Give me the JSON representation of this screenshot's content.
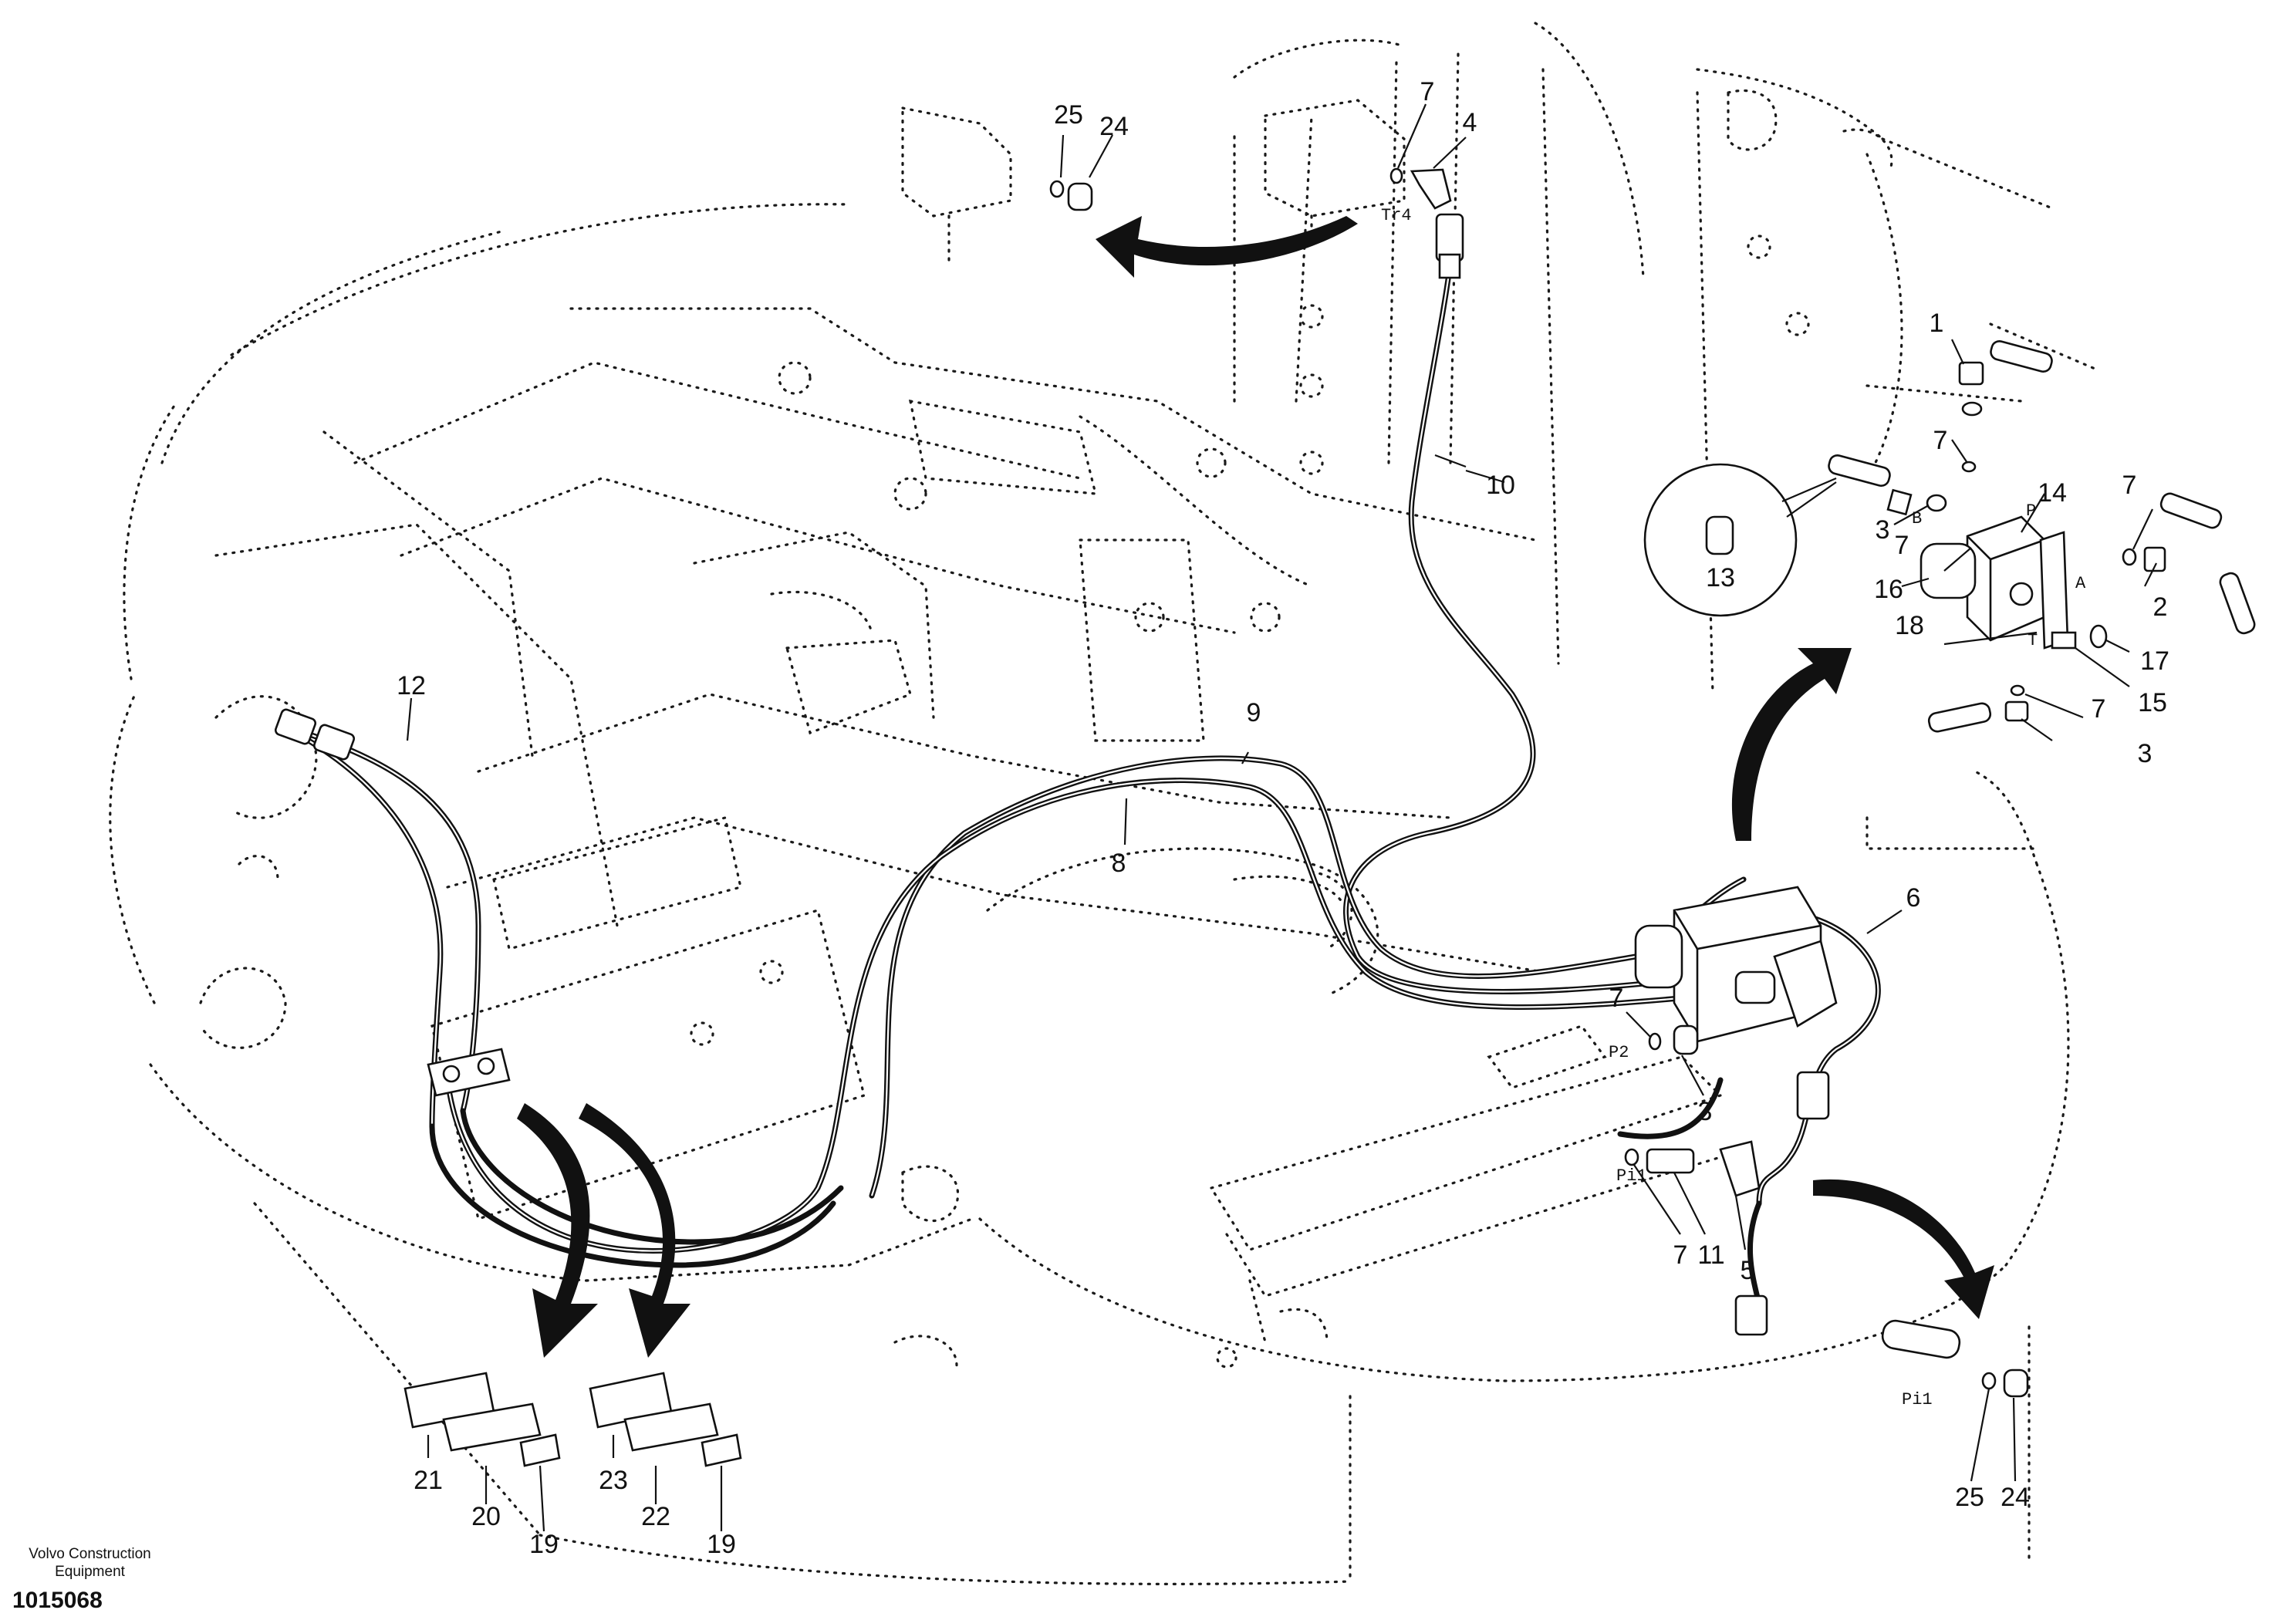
{
  "diagram": {
    "footer": {
      "company_line1": "Volvo Construction",
      "company_line2": "Equipment",
      "drawing_number": "1015068"
    },
    "port_labels": [
      "Tr4",
      "B",
      "P",
      "A",
      "T",
      "P2",
      "Pi1",
      "Pi1"
    ],
    "part_callouts": [
      "1",
      "2",
      "3",
      "3",
      "3",
      "4",
      "5",
      "6",
      "7",
      "7",
      "7",
      "7",
      "7",
      "7",
      "7",
      "8",
      "9",
      "10",
      "11",
      "12",
      "13",
      "14",
      "15",
      "16",
      "17",
      "18",
      "19",
      "19",
      "20",
      "21",
      "22",
      "23",
      "24",
      "24",
      "25",
      "25"
    ]
  }
}
